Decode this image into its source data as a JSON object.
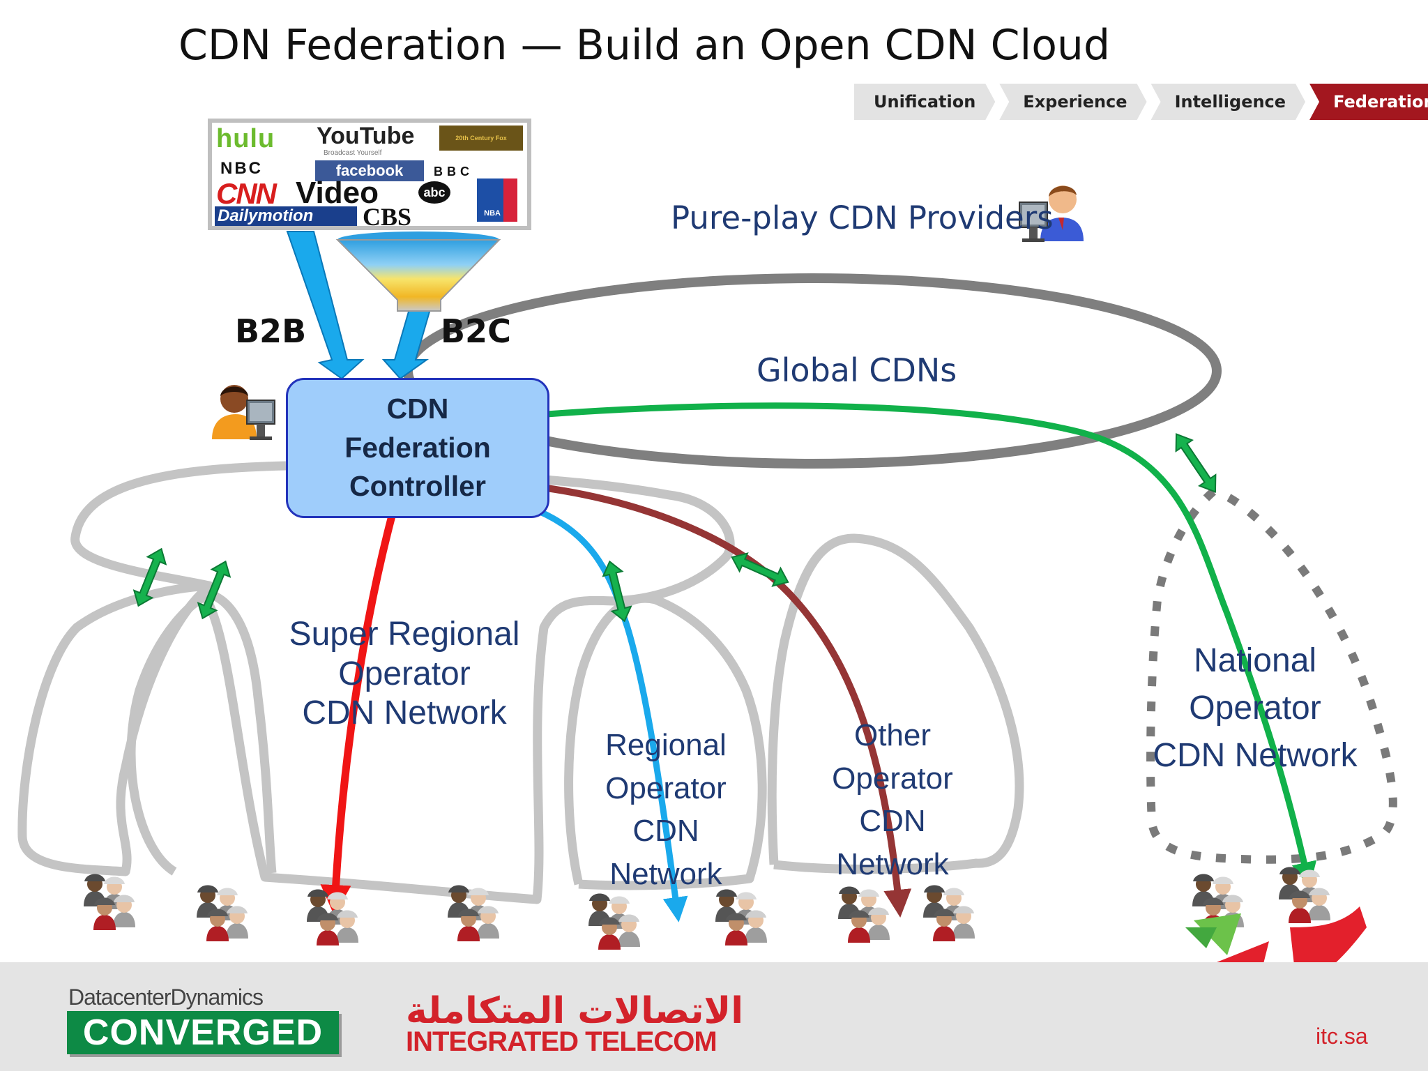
{
  "title": "CDN Federation — Build an Open CDN Cloud",
  "breadcrumb": {
    "items": [
      {
        "label": "Unification",
        "active": false
      },
      {
        "label": "Experience",
        "active": false
      },
      {
        "label": "Intelligence",
        "active": false
      },
      {
        "label": "Federation",
        "active": true
      }
    ]
  },
  "content_providers": {
    "logos": [
      "hulu",
      "YouTube",
      "Broadcast Yourself",
      "20th Century Fox",
      "NBC",
      "facebook",
      "BBC",
      "CNN",
      "Video",
      "abc",
      "NBA",
      "Dailymotion",
      "CBS"
    ]
  },
  "labels": {
    "pure_play": "Pure-play CDN Providers",
    "b2b": "B2B",
    "b2c": "B2C",
    "global_cdns": "Global CDNs",
    "controller": "CDN\nFederation\nController",
    "super_regional": "Super Regional\nOperator\nCDN Network",
    "regional": "Regional\nOperator\nCDN\nNetwork",
    "other_operator": "Other\nOperator\nCDN\nNetwork",
    "national": "National\nOperator\nCDN Network"
  },
  "icons": [
    "user-icon",
    "user-at-computer-icon",
    "funnel-icon",
    "user-group-icon",
    "bidirectional-arrow-icon"
  ],
  "footer": {
    "dcd_top": "DatacenterDynamics",
    "dcd_bottom": "CONVERGED",
    "itc_arabic": "الاتصالات المتكاملة",
    "itc_english": "INTEGRATED TELECOM",
    "itc_url": "itc.sa"
  },
  "colors": {
    "accent": "#a3171f",
    "controller_fill": "#9fcdfb",
    "green_arrow": "#11b14a",
    "blue_arrow": "#1aa9ec",
    "red_arrow": "#f01515",
    "brown_arrow": "#953535",
    "cloud_outline": "#c4c4c4",
    "global_ellipse": "#7f7f7f"
  }
}
